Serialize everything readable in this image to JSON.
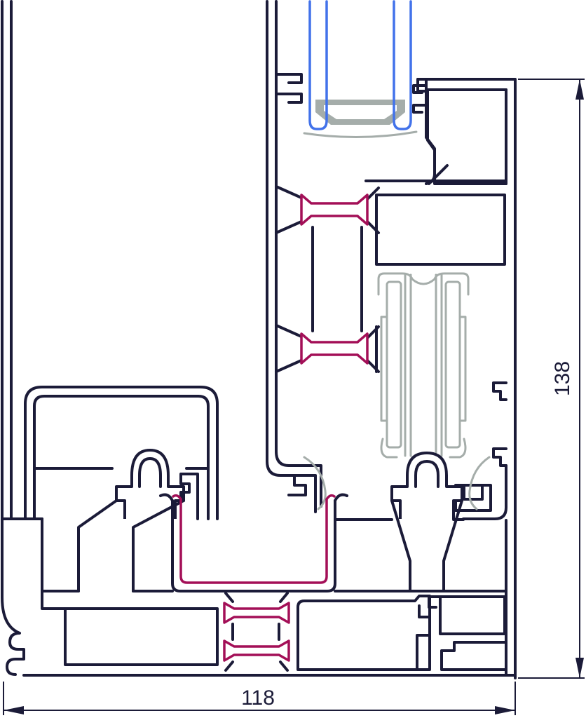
{
  "drawing": {
    "type": "technical-section",
    "subject": "aluminium-sliding-door-sill-cross-section",
    "dimensions": {
      "width_label": "118",
      "height_label": "138"
    },
    "colors": {
      "outline": "#1b1b38",
      "thermal_break": "#a30f57",
      "glass": "#4272ea",
      "hardware": "#a5adaa",
      "background": "#ffffff"
    },
    "components": [
      "outer-wall-lines",
      "frame-sill-cover",
      "guide-track-left",
      "guide-track-center",
      "sash-bottom-rail",
      "glazing-unit",
      "setting-block",
      "roller-assembly",
      "brush-seals",
      "thermal-break-connectors",
      "insulation-channel",
      "sill-chambers"
    ]
  }
}
